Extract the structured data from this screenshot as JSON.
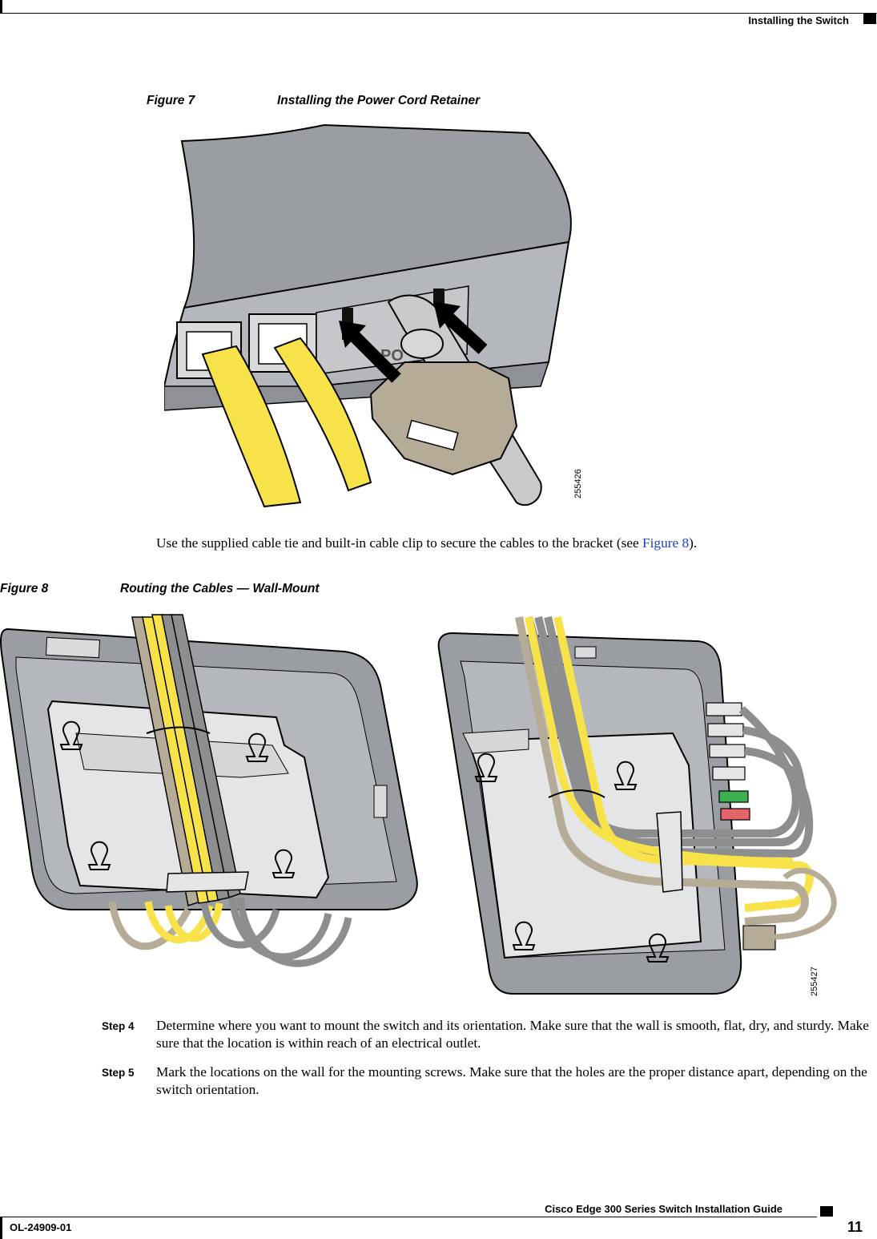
{
  "header": {
    "section_title": "Installing the Switch"
  },
  "figure7": {
    "label": "Figure 7",
    "title": "Installing the Power Cord Retainer",
    "port_label": "PO",
    "art_number": "255426"
  },
  "intro": {
    "text_before": "Use the supplied cable tie and built-in cable clip to secure the cables to the bracket (see ",
    "link_text": "Figure 8",
    "text_after": ")."
  },
  "figure8": {
    "label": "Figure 8",
    "title": "Routing the Cables  —  Wall-Mount",
    "art_number": "255427"
  },
  "steps": [
    {
      "label": "Step 4",
      "text": "Determine where you want to mount the switch and its orientation. Make sure that the wall is smooth, flat, dry, and sturdy. Make sure that the location is within reach of an electrical outlet."
    },
    {
      "label": "Step 5",
      "text": "Mark the locations on the wall for the mounting screws. Make sure that the holes are the proper distance apart, depending on the switch orientation."
    }
  ],
  "footer": {
    "guide_title": "Cisco Edge 300 Series Switch Installation Guide",
    "doc_number": "OL-24909-01",
    "page_number": "11"
  },
  "colors": {
    "chassis_gray": "#9a9da1",
    "chassis_light": "#b4b7bb",
    "bracket": "#e4e5e6",
    "cable_yellow": "#f7e24a",
    "cable_gray": "#8c8e90",
    "retainer_tan": "#b5ab96",
    "link_blue": "#1a3fd6"
  }
}
